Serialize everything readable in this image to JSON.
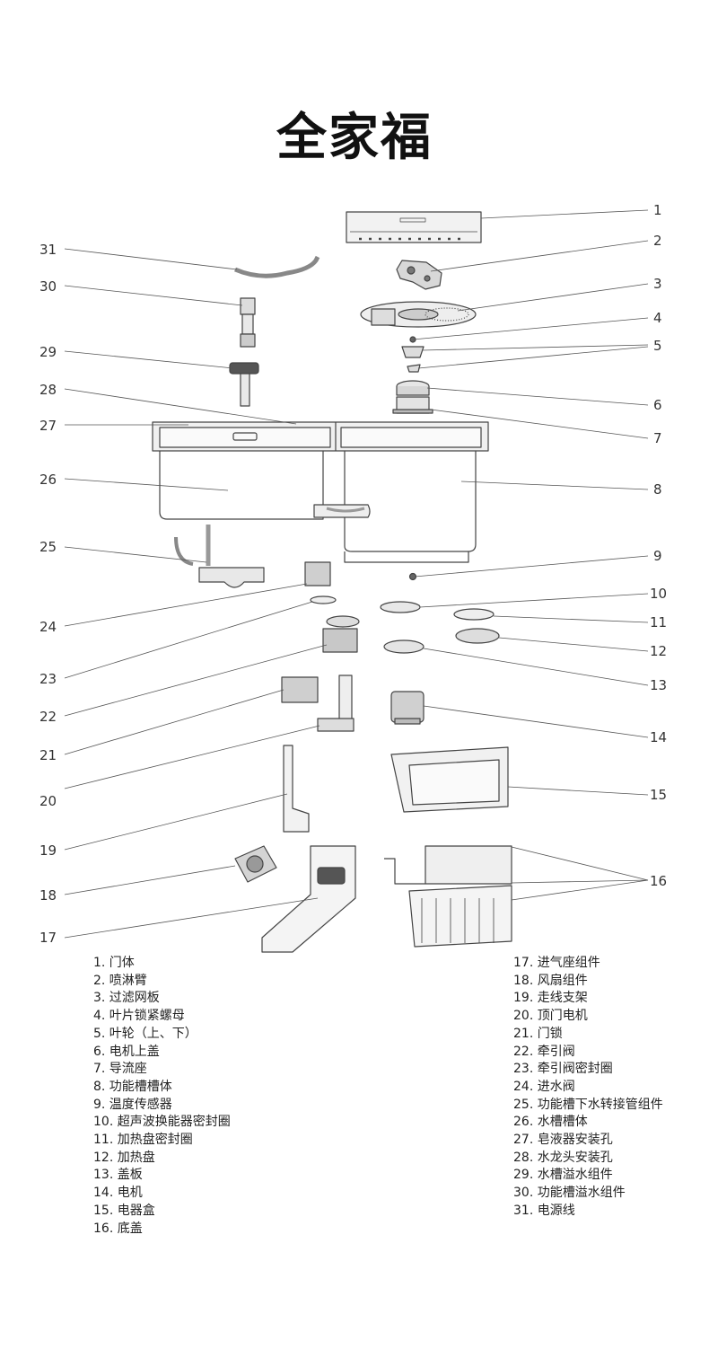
{
  "title": "全家福",
  "callouts": [
    "1",
    "2",
    "3",
    "4",
    "5",
    "6",
    "7",
    "8",
    "9",
    "10",
    "11",
    "12",
    "13",
    "14",
    "15",
    "16",
    "17",
    "18",
    "19",
    "20",
    "21",
    "22",
    "23",
    "24",
    "25",
    "26",
    "27",
    "28",
    "29",
    "30",
    "31"
  ],
  "legend_left": [
    "1. 门体",
    "2. 喷淋臂",
    "3. 过滤网板",
    "4. 叶片锁紧螺母",
    "5. 叶轮（上、下）",
    "6. 电机上盖",
    "7. 导流座",
    "8. 功能槽槽体",
    "9. 温度传感器",
    "10. 超声波换能器密封圈",
    "11. 加热盘密封圈",
    "12. 加热盘",
    "13. 盖板",
    "14. 电机",
    "15. 电器盒",
    "16. 底盖"
  ],
  "legend_right": [
    "17. 进气座组件",
    "18. 风扇组件",
    "19. 走线支架",
    "20. 顶门电机",
    "21. 门锁",
    "22. 牵引阀",
    "23. 牵引阀密封圈",
    "24. 进水阀",
    "25. 功能槽下水转接管组件",
    "26. 水槽槽体",
    "27. 皂液器安装孔",
    "28. 水龙头安装孔",
    "29. 水槽溢水组件",
    "30. 功能槽溢水组件",
    "31. 电源线"
  ]
}
